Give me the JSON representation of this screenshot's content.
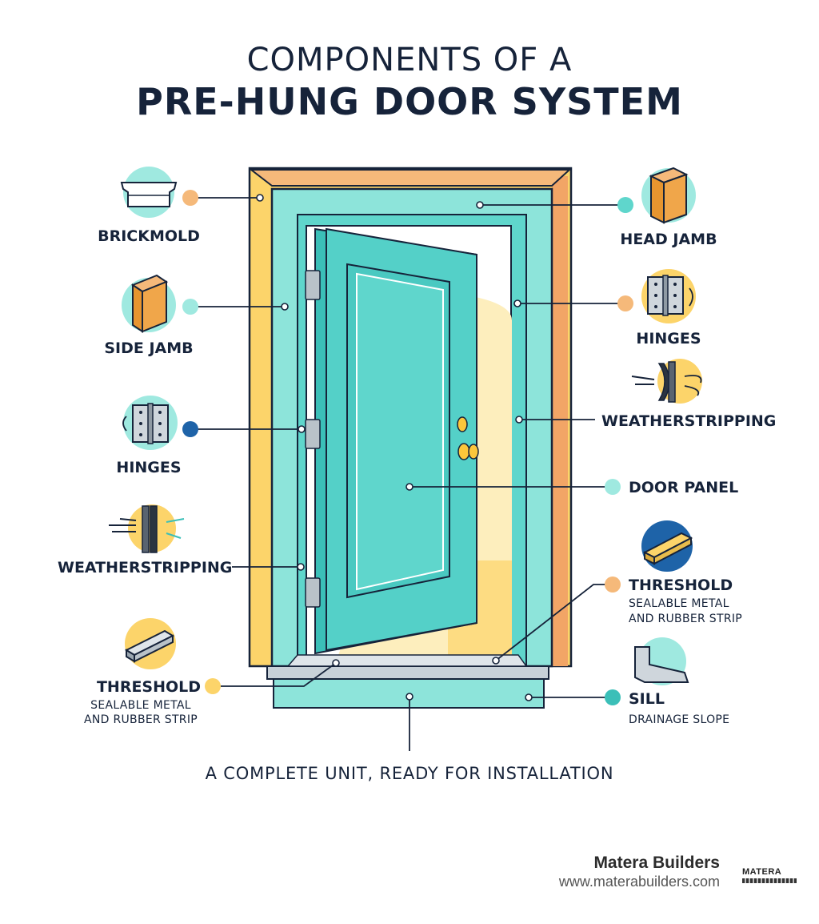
{
  "title_line1": "COMPONENTS OF A",
  "title_line2": "PRE-HUNG DOOR SYSTEM",
  "labels": {
    "brickmold": "BRICKMOLD",
    "side_jamb": "SIDE JAMB",
    "hinges_left": "HINGES",
    "weatherstripping_left": "WEATHERSTRIPPING",
    "threshold_left": "THRESHOLD",
    "threshold_left_sub1": "SEALABLE METAL",
    "threshold_left_sub2": "AND RUBBER STRIP",
    "head_jamb": "HEAD JAMB",
    "hinges_right": "HINGES",
    "weatherstripping_right": "WEATHERSTRIPPING",
    "door_panel": "DOOR PANEL",
    "threshold_right": "THRESHOLD",
    "threshold_right_sub1": "SEALABLE METAL",
    "threshold_right_sub2": "AND RUBBER STRIP",
    "sill": "SILL",
    "sill_sub": "DRAINAGE SLOPE"
  },
  "caption": "A COMPLETE UNIT, READY FOR INSTALLATION",
  "brand": {
    "name": "Matera Builders",
    "url": "www.materabuilders.com",
    "logo_text": "MATERA"
  },
  "icons": [
    "brickmold-icon",
    "side-jamb-icon",
    "hinge-icon",
    "weatherstrip-icon",
    "threshold-icon",
    "head-jamb-icon",
    "sill-icon"
  ],
  "colors": {
    "navy": "#16233a",
    "teal": "#5fd6cc",
    "teal_light": "#9fe9e0",
    "yellow": "#fcd46a",
    "orange": "#f2a566",
    "blue": "#1e63a8"
  }
}
